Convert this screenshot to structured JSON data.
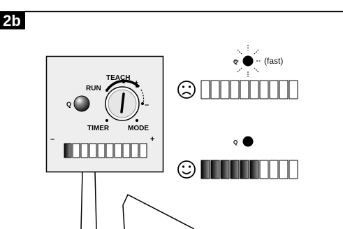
{
  "figure_label": "2b",
  "colors": {
    "ink": "#000000",
    "panel_fill": "#eeeeee",
    "paper": "#ffffff"
  },
  "device": {
    "button_letter": "Q",
    "dial_labels": {
      "run": "RUN",
      "teach": "TEACH",
      "timer": "TIMER",
      "mode": "MODE",
      "plus": "+",
      "minus": "–"
    },
    "scale_minus": "–",
    "scale_plus": "+",
    "bar_segments": 10,
    "bar_fill": 0.1
  },
  "state_bad": {
    "face_icon": "sad-face-icon",
    "led_letter": "Q",
    "led_state": "blinking",
    "note": "(fast)",
    "bar_segments": 10,
    "bar_fill": 0
  },
  "state_good": {
    "face_icon": "happy-face-icon",
    "led_letter": "Q",
    "led_state": "on",
    "bar_segments": 10,
    "bar_fill": 0.6
  }
}
